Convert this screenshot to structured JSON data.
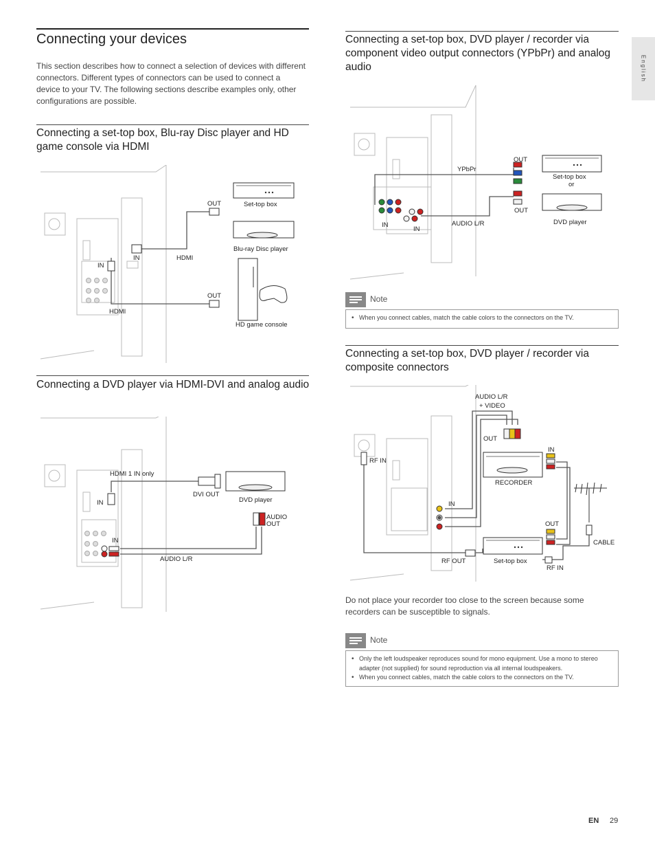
{
  "page": {
    "title": "Connecting your devices",
    "intro": "This section describes how to connect a selection of devices with different connectors. Different types of connectors can be used to connect a device to your TV. The following sections describe examples only, other configurations are possible.",
    "language_tab": "English",
    "footer": {
      "lang": "EN",
      "page_number": "29"
    }
  },
  "sections": {
    "hdmi": {
      "heading": "Connecting a set-top box, Blu-ray Disc player and HD game console via HDMI",
      "labels": {
        "out1": "OUT",
        "settop": "Set-top box",
        "in1": "IN",
        "in2": "IN",
        "hdmi1": "HDMI",
        "bluray": "Blu-ray Disc player",
        "out2": "OUT",
        "hdmi2": "HDMI",
        "game": "HD game console"
      }
    },
    "dvi": {
      "heading": "Connecting a DVD player via HDMI-DVI and analog audio",
      "labels": {
        "hdmi1in": "HDMI 1 IN only",
        "in1": "IN",
        "dviout": "DVI OUT",
        "dvd": "DVD player",
        "audio": "AUDIO",
        "out": "OUT",
        "in2": "IN",
        "audiolr": "AUDIO L/R"
      }
    },
    "component": {
      "heading": "Connecting a set-top box, DVD player / recorder via component video output connectors (YPbPr) and analog audio",
      "labels": {
        "out1": "OUT",
        "ypbpr": "YPbPr",
        "settop": "Set-top box",
        "or": "or",
        "out2": "OUT",
        "in1": "IN",
        "in2": "IN",
        "audiolr": "AUDIO L/R",
        "dvd": "DVD player"
      },
      "note": {
        "label": "Note",
        "items": [
          "When you connect cables, match the cable colors to the connectors on the TV."
        ]
      }
    },
    "composite": {
      "heading": "Connecting a set-top box, DVD player / recorder via composite connectors",
      "labels": {
        "audiolr": "AUDIO L/R",
        "video": "+ VIDEO",
        "out1": "OUT",
        "rfin": "RF IN",
        "in1": "IN",
        "recorder": "RECORDER",
        "in2": "IN",
        "out2": "OUT",
        "cable": "CABLE",
        "rfout": "RF OUT",
        "settop": "Set-top box",
        "rfin2": "RF IN"
      },
      "body": "Do not place your recorder too close to the screen because some recorders can be susceptible to signals.",
      "note": {
        "label": "Note",
        "items": [
          "Only the left loudspeaker reproduces sound for mono equipment. Use a mono to stereo adapter (not supplied) for sound reproduction via all internal loudspeakers.",
          "When you connect cables, match the cable colors to the connectors on the TV."
        ]
      }
    }
  },
  "colors": {
    "line": "#555555",
    "tv_stroke": "#bbbbbb",
    "red": "#cc2222",
    "green": "#2a8a3a",
    "blue": "#2255bb",
    "yellow": "#e8c21a",
    "white_jack": "#f2f2f2",
    "note_icon": "#888888"
  }
}
